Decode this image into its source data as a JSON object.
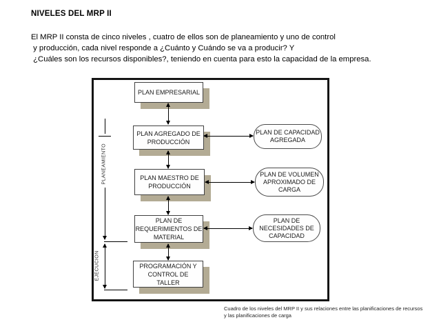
{
  "header": {
    "title": "NIVELES DEL MRP II",
    "body": "El MRP II consta de cinco niveles , cuatro de ellos son de planeamiento y uno de control\n y producción, cada nivel responde a ¿Cuánto y Cuándo se va a producir? Y\n ¿Cuáles son los recursos disponibles?, teniendo en cuenta para esto la capacidad de la empresa."
  },
  "diagram": {
    "side_labels": {
      "planning": "PLANEAMIENTO",
      "execution": "EJECUCION"
    },
    "boxes": [
      {
        "id": "plan-empresarial",
        "label": "PLAN EMPRESARIAL"
      },
      {
        "id": "plan-agregado",
        "label": "PLAN  AGREGADO DE\nPRODUCCIÓN"
      },
      {
        "id": "plan-maestro",
        "label": "PLAN MAESTRO DE\nPRODUCCIÓN"
      },
      {
        "id": "plan-requerimientos",
        "label": "PLAN DE\nREQUERIMIENTOS DE\nMATERIAL"
      },
      {
        "id": "programacion-control",
        "label": "PROGRAMACIÓN Y\nCONTROL DE\nTALLER"
      }
    ],
    "ovals": [
      {
        "id": "capacidad-agregada",
        "label": "PLAN DE CAPACIDAD\nAGREGADA"
      },
      {
        "id": "volumen-carga",
        "label": "PLAN DE VOLUMEN\nAPROXIMADO DE\nCARGA"
      },
      {
        "id": "necesidades-capacidad",
        "label": "PLAN DE\nNECESIDADES DE\nCAPACIDAD"
      }
    ],
    "colors": {
      "shadow": "#b3ab94",
      "frame_border": "#141414",
      "box_border": "#3f3f3f",
      "arrow": "#000000"
    }
  },
  "caption": {
    "text": "Cuadro de los niveles del MRP II y sus relaciones entre las planificaciones de recursos\ny las planificaciones de carga"
  }
}
